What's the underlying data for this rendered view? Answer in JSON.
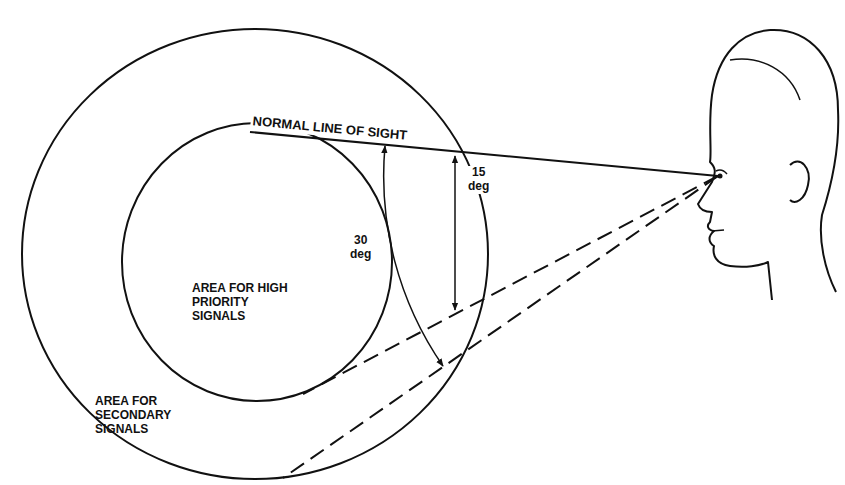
{
  "diagram": {
    "nodes": [
      {
        "text": [
          "AREA FOR SECONDARY SIGNALS"
        ]
      },
      {
        "text": [
          "AREA FOR HIGH PRIORITY SIGNALS"
        ],
        "in": 0
      }
    ],
    "labels": [
      "NORMAL LINE OF SIGHT",
      "15 deg",
      "30 deg"
    ]
  }
}
